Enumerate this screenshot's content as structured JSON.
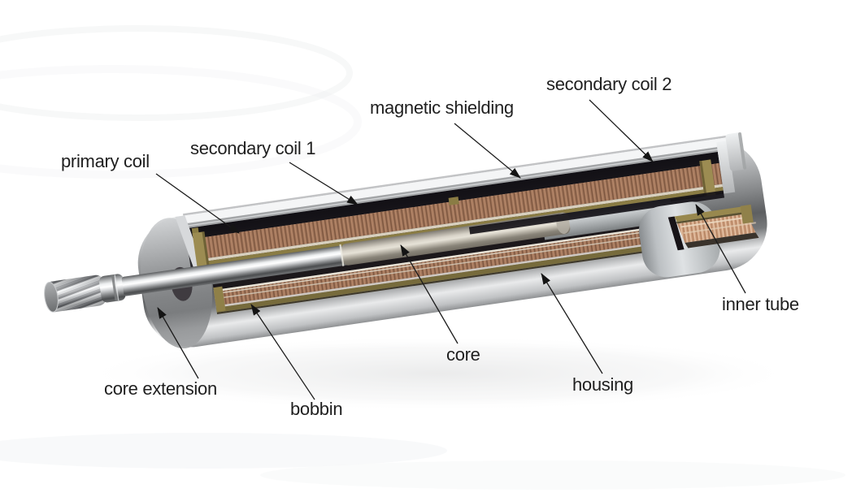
{
  "figure": {
    "type": "technical-illustration",
    "subject": "LVDT position sensor cutaway rendering",
    "background_color": "#ffffff",
    "text_color": "#1f1f1f"
  },
  "labels": [
    {
      "id": "primary-coil",
      "text": "primary coil"
    },
    {
      "id": "secondary-coil-1",
      "text": "secondary coil 1"
    },
    {
      "id": "magnetic-shielding",
      "text": "magnetic shielding"
    },
    {
      "id": "secondary-coil-2",
      "text": "secondary coil 2"
    },
    {
      "id": "inner-tube",
      "text": "inner tube"
    },
    {
      "id": "core",
      "text": "core"
    },
    {
      "id": "housing",
      "text": "housing"
    },
    {
      "id": "core-extension",
      "text": "core extension"
    },
    {
      "id": "bobbin",
      "text": "bobbin"
    }
  ],
  "colors": {
    "copper_coil": "#a1765c",
    "copper_coil_bright": "#d0a080",
    "bobbin_brass": "#9c8c52",
    "shielding_black": "#17151a",
    "steel_highlight": "#f2f3f4",
    "steel_mid": "#8f9193",
    "steel_dark": "#5e6062",
    "leader_line": "#1b1b1b"
  }
}
